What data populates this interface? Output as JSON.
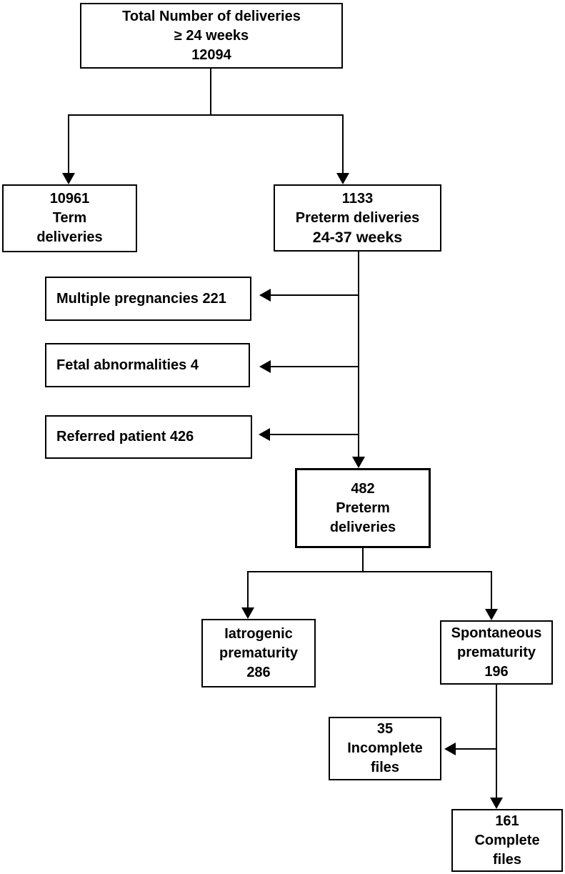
{
  "diagram": {
    "type": "flowchart",
    "colors": {
      "line": "#000000",
      "box_border": "#000000",
      "text": "#000000",
      "background": "#ffffff"
    },
    "boxes": {
      "total_deliveries": {
        "lines": [
          "Total Number of deliveries",
          "≥ 24 weeks",
          "12094"
        ]
      },
      "term_deliveries": {
        "lines": [
          "10961",
          "Term",
          "deliveries"
        ]
      },
      "preterm_deliveries_all": {
        "lines": [
          "1133",
          "Preterm deliveries",
          "24-37 weeks"
        ]
      },
      "exclusion_multiple_pregnancies": {
        "label": "Multiple pregnancies 221"
      },
      "exclusion_fetal_abnormalities": {
        "label": "Fetal abnormalities 4"
      },
      "exclusion_referred_patient": {
        "label": "Referred patient 426"
      },
      "preterm_deliveries_included": {
        "lines": [
          "482",
          "Preterm",
          "deliveries"
        ]
      },
      "iatrogenic_prematurity": {
        "lines": [
          "Iatrogenic",
          "prematurity",
          "286"
        ]
      },
      "spontaneous_prematurity": {
        "lines": [
          "Spontaneous",
          "prematurity",
          "196"
        ]
      },
      "incomplete_files": {
        "lines": [
          "35",
          "Incomplete",
          "files"
        ]
      },
      "complete_files": {
        "lines": [
          "161",
          "Complete",
          "files"
        ]
      }
    }
  }
}
